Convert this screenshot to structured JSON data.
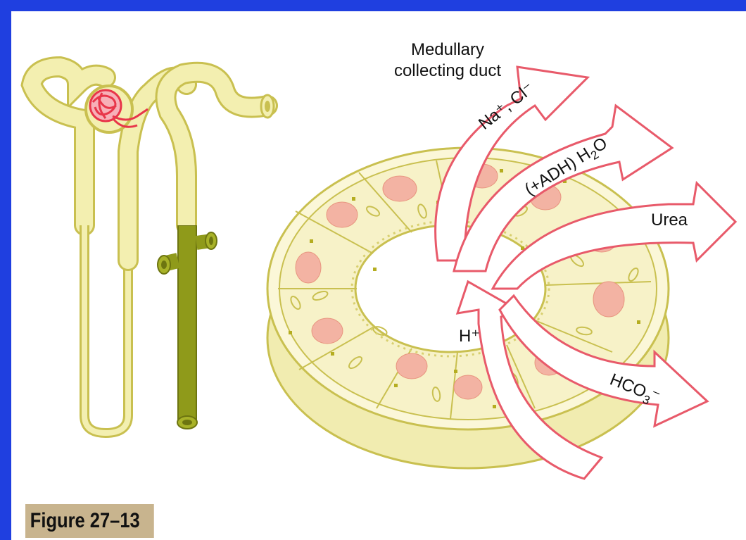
{
  "title_line1": "Medullary",
  "title_line2": "collecting duct",
  "figure_label": "Figure 27–13",
  "arrows": {
    "na_cl": "Na⁺, Cl⁻",
    "h2o_prefix": "(+ADH) H",
    "h2o_sub": "2",
    "h2o_suffix": "O",
    "urea": "Urea",
    "h_plus": "H⁺",
    "hco3_main": "HCO",
    "hco3_sub": "3",
    "hco3_sup": "–"
  },
  "colors": {
    "background": "#1f3fe0",
    "tubule_fill": "#f3efb0",
    "tubule_stroke": "#c9c050",
    "collecting_duct": "#8f9a1a",
    "glomerulus": "#e8364a",
    "nucleus": "#f3b3a3",
    "arrow_stroke": "#e85a6a"
  }
}
